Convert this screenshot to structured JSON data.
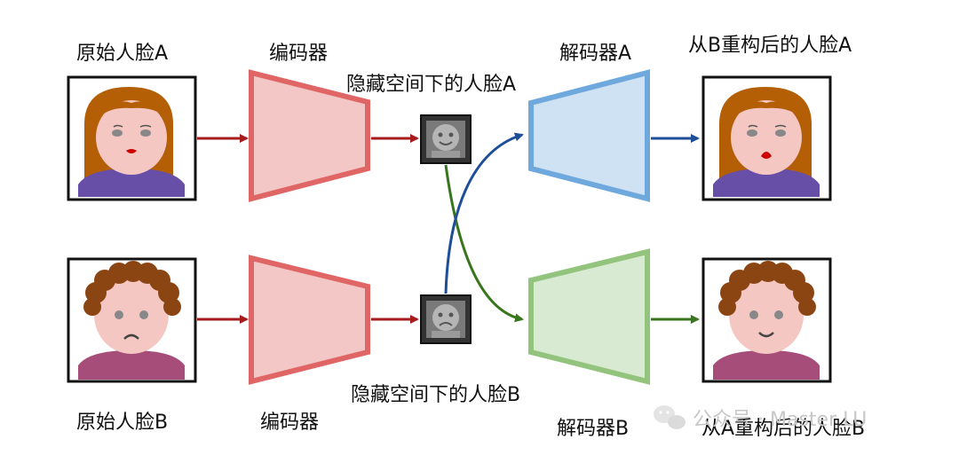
{
  "labels": {
    "original_a": "原始人脸A",
    "encoder_top": "编码器",
    "latent_a": "隐藏空间下的人脸A",
    "decoder_a": "解码器A",
    "recon_from_b": "从B重构后的人脸A",
    "original_b": "原始人脸B",
    "encoder_bottom": "编码器",
    "latent_b": "隐藏空间下的人脸B",
    "decoder_b": "解码器B",
    "recon_from_a": "从A重构后的人脸B"
  },
  "watermark": {
    "text": "公众号 · Master LU",
    "icon": "wechat-icon"
  },
  "colors": {
    "encoder_stroke": "#e06666",
    "encoder_fill": "#f4c7c7",
    "decoder_a_stroke": "#6fa8dc",
    "decoder_a_fill": "#cfe2f3",
    "decoder_b_stroke": "#93c47d",
    "decoder_b_fill": "#d9ead3",
    "arrow_red": "#a61c1c",
    "arrow_blue": "#1f4e99",
    "arrow_green": "#38761d",
    "hair_a": "#b45f06",
    "shirt_a": "#674ea7",
    "hair_b": "#8b4513",
    "shirt_b": "#a64d79",
    "skin": "#f4c7c3"
  }
}
